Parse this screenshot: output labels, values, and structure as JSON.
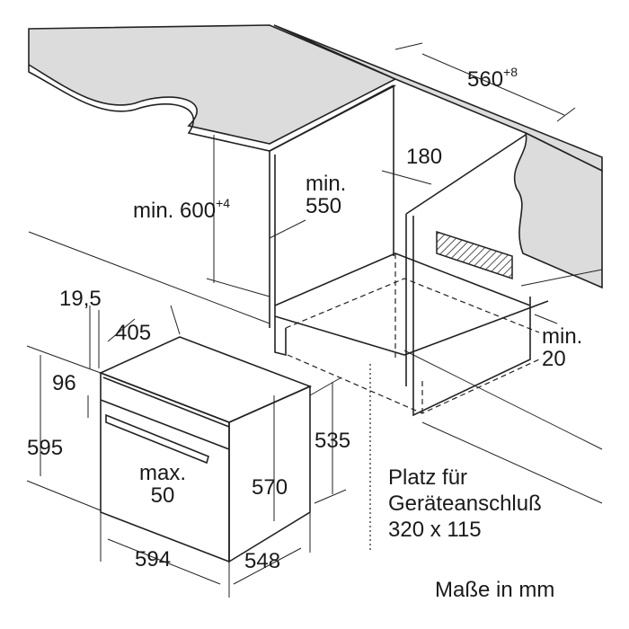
{
  "dimensions": {
    "countertop_depth": "560",
    "countertop_depth_tol": "+8",
    "niche_height": "min. 600",
    "niche_height_tol": "+4",
    "niche_depth_min": "min.",
    "niche_depth_value": "550",
    "vent_gap": "180",
    "side_gap_min": "min.",
    "side_gap_value": "20",
    "panel_thickness": "19,5",
    "top_depth": "405",
    "control_height": "96",
    "front_height": "595",
    "handle_depth_max": "max.",
    "handle_depth_value": "50",
    "body_height": "570",
    "side_height": "535",
    "front_width": "594",
    "body_depth": "548"
  },
  "connection_note": [
    "Platz für",
    "Geräteanschluß",
    "320 x 115"
  ],
  "units_note": "Maße in mm"
}
